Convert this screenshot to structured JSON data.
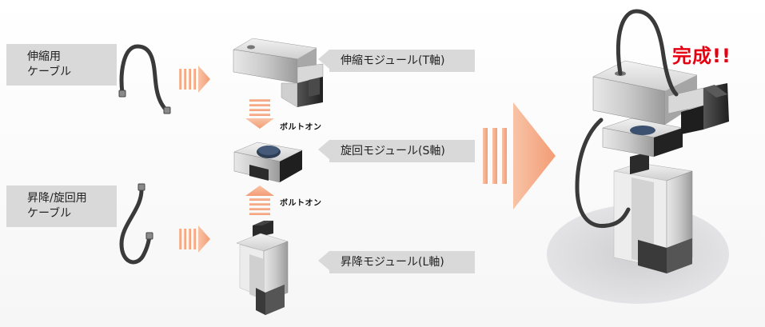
{
  "cables": {
    "telescopic": {
      "line1": "伸縮用",
      "line2": "ケーブル"
    },
    "lift_rotate": {
      "line1": "昇降/旋回用",
      "line2": "ケーブル"
    }
  },
  "modules": {
    "t_axis": "伸縮モジュール(T軸)",
    "s_axis": "旋回モジュール(S軸)",
    "l_axis": "昇降モジュール(L軸)"
  },
  "bolt_on_label": "ボルトオン",
  "complete_label": "完成!!",
  "colors": {
    "accent": "#f4a37c",
    "complete": "#e60012",
    "callout": "#d9d9d9"
  }
}
